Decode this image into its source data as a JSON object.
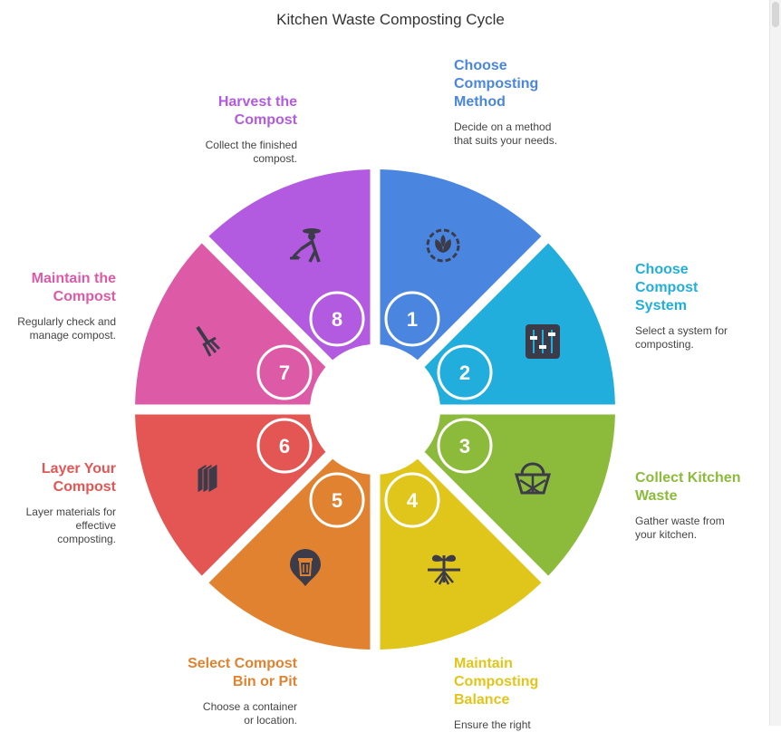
{
  "title": "Kitchen Waste Composting Cycle",
  "steps": [
    {
      "num": "1",
      "heading": "Choose Composting Method",
      "desc": "Decide on a method that suits your needs.",
      "color": "#4a86e0",
      "icon": "plant-seedling-icon"
    },
    {
      "num": "2",
      "heading": "Choose Compost System",
      "desc": "Select a system for composting.",
      "color": "#22aedc",
      "icon": "sliders-control-icon"
    },
    {
      "num": "3",
      "heading": "Collect Kitchen Waste",
      "desc": "Gather waste from your kitchen.",
      "color": "#8cbb3b",
      "icon": "basket-icon"
    },
    {
      "num": "4",
      "heading": "Maintain Composting Balance",
      "desc": "Ensure the right",
      "color": "#e0c51a",
      "icon": "sprout-roots-icon"
    },
    {
      "num": "5",
      "heading": "Select Compost Bin or Pit",
      "desc": "Choose a container or location.",
      "color": "#e0822f",
      "icon": "trash-bin-icon"
    },
    {
      "num": "6",
      "heading": "Layer Your Compost",
      "desc": "Layer materials for effective composting.",
      "color": "#e35654",
      "icon": "layers-icon"
    },
    {
      "num": "7",
      "heading": "Maintain the Compost",
      "desc": "Regularly check and manage compost.",
      "color": "#dd5aa7",
      "icon": "garden-rake-icon"
    },
    {
      "num": "8",
      "heading": "Harvest the Compost",
      "desc": "Collect the finished compost.",
      "color": "#b25be0",
      "icon": "gardener-icon"
    }
  ]
}
